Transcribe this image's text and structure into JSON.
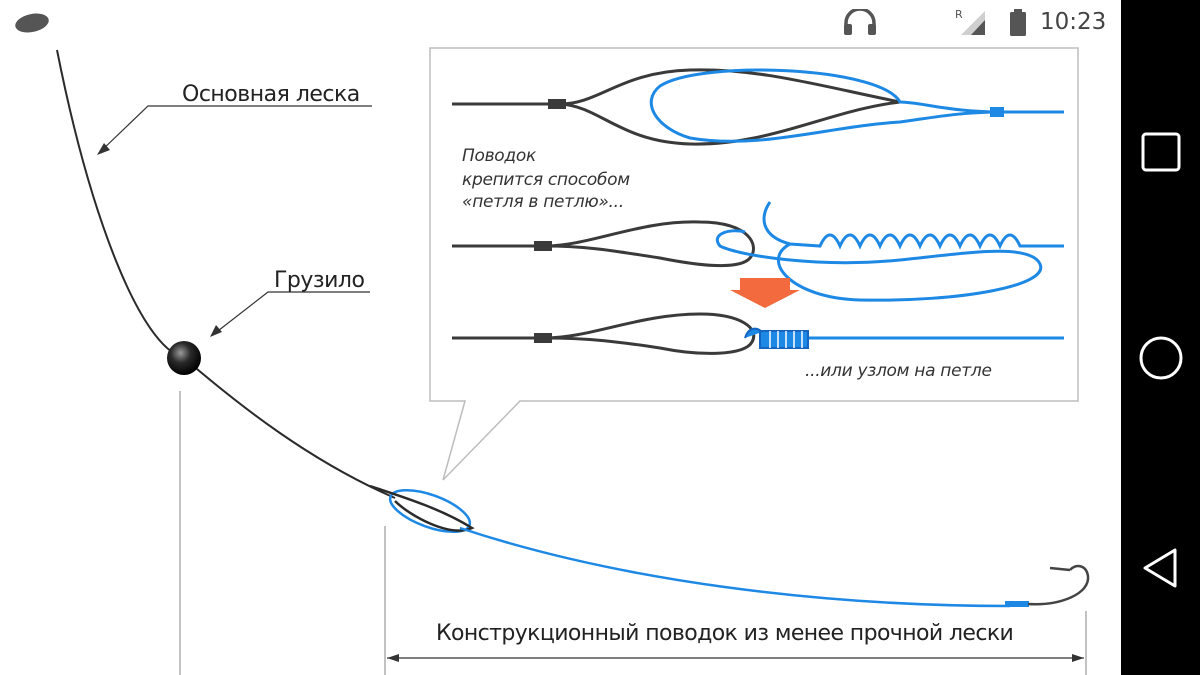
{
  "status_bar": {
    "time": "10:23",
    "signal_badge": "R",
    "icons": [
      "app-notification-icon",
      "headphones-icon",
      "signal-icon",
      "battery-icon"
    ]
  },
  "nav_bar": {
    "buttons": [
      "recent-apps-icon",
      "home-icon",
      "back-icon"
    ]
  },
  "diagram": {
    "labels": {
      "main_line": "Основная леска",
      "sinker": "Грузило",
      "leader": "Конструкционный поводок из менее прочной лески"
    },
    "notes": {
      "line1": "Поводок",
      "line2": "крепится способом",
      "line3": "«петля в петлю»...",
      "line4": "...или узлом на петле"
    },
    "colors": {
      "main_line": "#3a3a3a",
      "leader_line": "#1e88e5",
      "arrow": "#f26a3d",
      "callout_border": "#bdbdbd"
    }
  }
}
